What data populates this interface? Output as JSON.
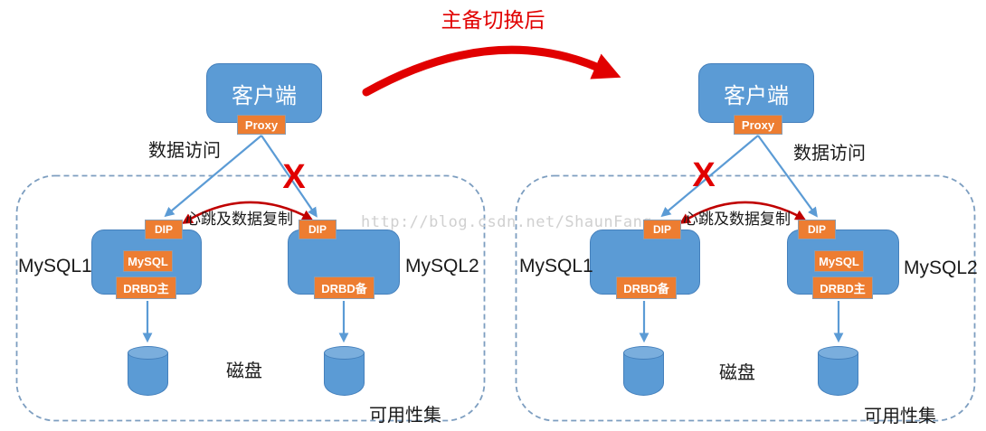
{
  "title": "主备切换后",
  "watermark": "http://blog.csdn.net/ShaunFang",
  "colors": {
    "node-blue": "#5b9bd5",
    "node-blue-border": "#4580bc",
    "box-orange": "#ed7d31",
    "box-orange-border": "#8d9cad",
    "connector-blue": "#5b9bd5",
    "bright-red": "#e10000",
    "dark-red": "#c00000",
    "container-dash": "#7d9ec0",
    "label-black": "#1a1a1a",
    "watermark-gray": "#d0d0d0",
    "cylinder-top": "#7aaedd"
  },
  "diagrams": [
    {
      "client_label": "客户端",
      "proxy_label": "Proxy",
      "data_access_label": "数据访问",
      "failure_mark": "X",
      "heartbeat_label": "心跳及数据复制",
      "disk_label": "磁盘",
      "availability_label": "可用性集",
      "nodes": [
        {
          "name": "MySQL1",
          "dip_label": "DIP",
          "mysql_label": "MySQL",
          "drbd_label": "DRBD主"
        },
        {
          "name": "MySQL2",
          "dip_label": "DIP",
          "drbd_label": "DRBD备"
        }
      ]
    },
    {
      "client_label": "客户端",
      "proxy_label": "Proxy",
      "data_access_label": "数据访问",
      "failure_mark": "X",
      "heartbeat_label": "心跳及数据复制",
      "disk_label": "磁盘",
      "availability_label": "可用性集",
      "nodes": [
        {
          "name": "MySQL1",
          "dip_label": "DIP",
          "drbd_label": "DRBD备"
        },
        {
          "name": "MySQL2",
          "dip_label": "DIP",
          "mysql_label": "MySQL",
          "drbd_label": "DRBD主"
        }
      ]
    }
  ]
}
